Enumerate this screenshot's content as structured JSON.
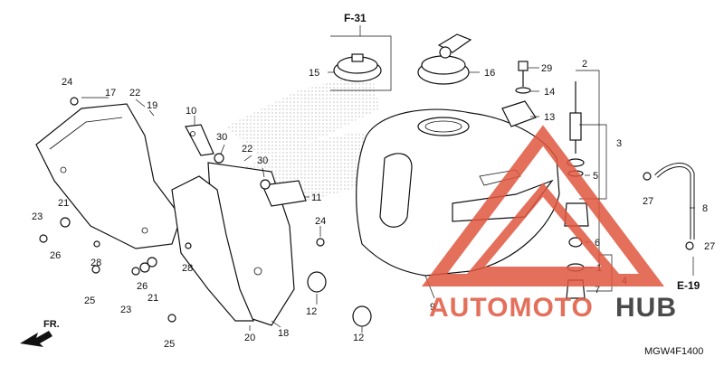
{
  "colors": {
    "watermark": "#e0563f",
    "watermark_dark": "#2b2b2b",
    "stipple": "#b8b8b8"
  },
  "references": {
    "top": "F-31",
    "bottom": "E-19",
    "front": "FR."
  },
  "diagram_code": "MGW4F1400",
  "watermark": {
    "part1": "AUTOMOTO",
    "part2": "HUB"
  },
  "callouts": [
    "1",
    "2",
    "3",
    "4",
    "5",
    "6",
    "7",
    "8",
    "9",
    "10",
    "11",
    "12",
    "12",
    "13",
    "14",
    "15",
    "16",
    "17",
    "18",
    "19",
    "20",
    "21",
    "21",
    "22",
    "22",
    "23",
    "23",
    "24",
    "24",
    "25",
    "25",
    "26",
    "26",
    "27",
    "27",
    "28",
    "28",
    "29",
    "30",
    "30"
  ]
}
